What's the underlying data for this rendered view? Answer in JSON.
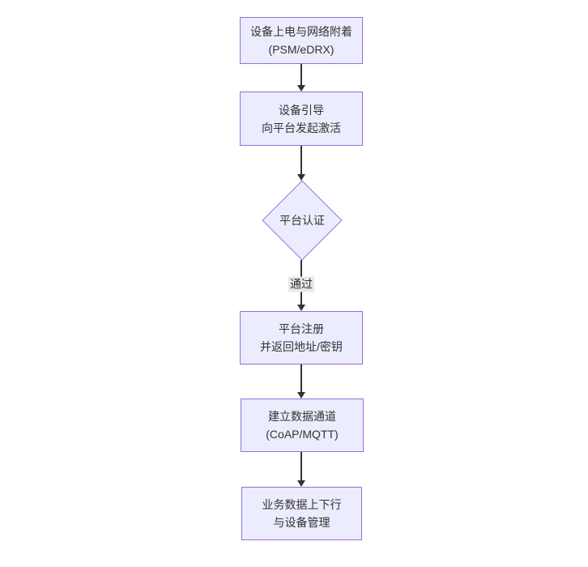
{
  "diagram": {
    "type": "flowchart",
    "direction": "top-down",
    "colors": {
      "background": "#ffffff",
      "node_fill": "#ECECFF",
      "node_border": "#9370DB",
      "text": "#333333",
      "edge": "#333333",
      "edge_label_bg": "#e8e8e8"
    },
    "nodes": [
      {
        "shape": "rect",
        "lines": [
          "设备上电与网络附着",
          "(PSM/eDRX)"
        ]
      },
      {
        "shape": "rect",
        "lines": [
          "设备引导",
          "向平台发起激活"
        ]
      },
      {
        "shape": "diamond",
        "lines": [
          "平台认证"
        ]
      },
      {
        "shape": "rect",
        "lines": [
          "平台注册",
          "并返回地址/密钥"
        ]
      },
      {
        "shape": "rect",
        "lines": [
          "建立数据通道",
          "(CoAP/MQTT)"
        ]
      },
      {
        "shape": "rect",
        "lines": [
          "业务数据上下行",
          "与设备管理"
        ]
      }
    ],
    "edges": [
      {
        "from": 0,
        "to": 1,
        "label": ""
      },
      {
        "from": 1,
        "to": 2,
        "label": ""
      },
      {
        "from": 2,
        "to": 3,
        "label": "通过"
      },
      {
        "from": 3,
        "to": 4,
        "label": ""
      },
      {
        "from": 4,
        "to": 5,
        "label": ""
      }
    ]
  }
}
